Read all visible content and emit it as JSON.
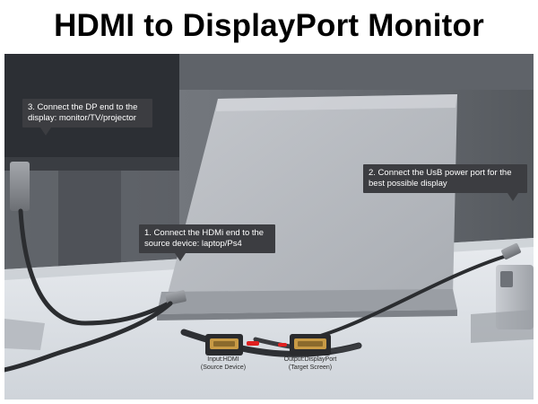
{
  "title": "HDMI to DisplayPort Monitor",
  "callouts": {
    "dp_end": "3. Connect the DP end to the display: monitor/TV/projector",
    "usb_power": "2. Connect the UsB power port for the best possible display",
    "hdmi_end": "1. Connect the HDMi end to the source device: laptop/Ps4"
  },
  "ports": {
    "input_name": "Input:HDMI",
    "input_sub": "(Source Device)",
    "output_name": "Output:DisplayPort",
    "output_sub": "(Target Screen)"
  },
  "colors": {
    "callout_bg": "#3c3d41",
    "accent_red": "#e02020"
  }
}
